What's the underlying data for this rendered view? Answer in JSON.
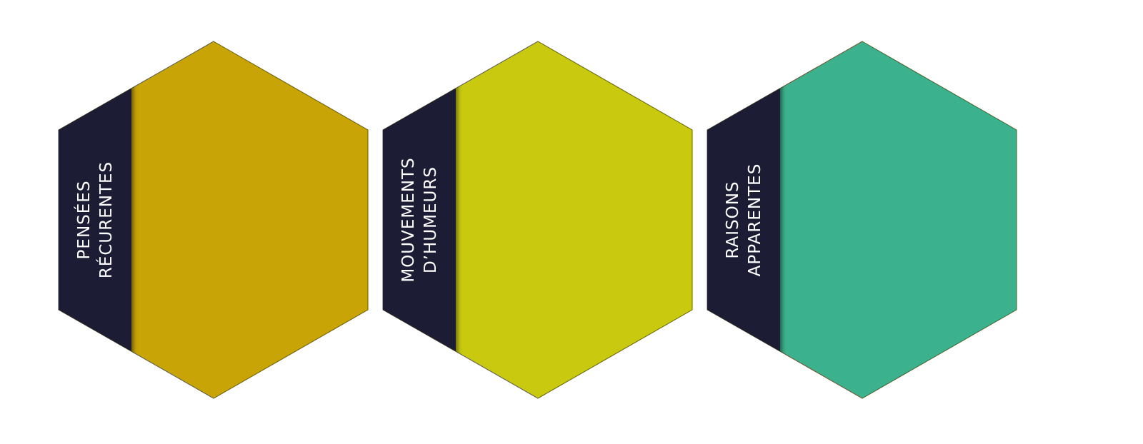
{
  "colors": {
    "band": "#1b1e36",
    "outline": "#5a5a2a"
  },
  "tiles": [
    {
      "line1": "PENSÉES",
      "line2": "RÉCURENTES",
      "color": "#c9a406"
    },
    {
      "line1": "MOUVEMENTS",
      "line2": "D’HUMEURS",
      "color": "#c9c910"
    },
    {
      "line1": "RAISONS",
      "line2": "APPARENTES",
      "color": "#3bb28d"
    }
  ]
}
